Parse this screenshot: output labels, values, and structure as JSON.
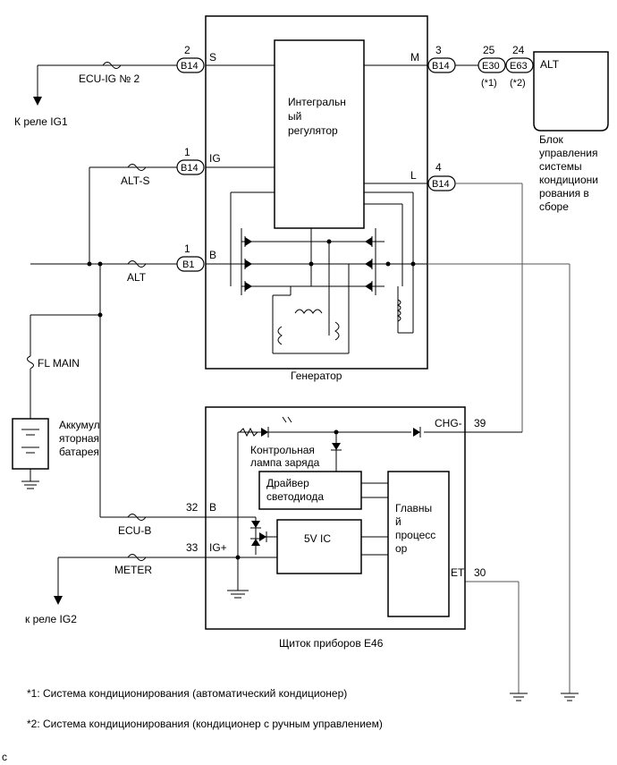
{
  "connectors": {
    "b14_s": {
      "pin": "2",
      "id": "B14"
    },
    "b14_ig": {
      "pin": "1",
      "id": "B14"
    },
    "b1_b": {
      "pin": "1",
      "id": "B1"
    },
    "b14_m": {
      "pin": "3",
      "id": "B14"
    },
    "b14_l": {
      "pin": "4",
      "id": "B14"
    },
    "e30": {
      "pin": "25",
      "id": "E30",
      "note": "(*1)"
    },
    "e63": {
      "pin": "24",
      "id": "E63",
      "note": "(*2)"
    }
  },
  "fuses": {
    "ecu_ig2": "ECU-IG № 2",
    "alt_s": "ALT-S",
    "alt": "ALT",
    "fl_main": "FL MAIN",
    "ecu_b": "ECU-B",
    "meter": "METER"
  },
  "relays": {
    "ig1": "К реле IG1",
    "ig2": "к реле IG2"
  },
  "generator": {
    "label": "Генератор",
    "regulator": [
      "Интегральн",
      "ый",
      "регулятор"
    ],
    "terminals": {
      "s": "S",
      "ig": "IG",
      "b": "B",
      "m": "M",
      "l": "L"
    }
  },
  "ac_unit": {
    "terminal": "ALT",
    "caption": [
      "Блок",
      "управления",
      "системы",
      "кондициони",
      "рования в",
      "сборе"
    ]
  },
  "battery": [
    "Аккумул",
    "яторная",
    "батарея"
  ],
  "meter_panel": {
    "label": "Щиток приборов E46",
    "lamp": [
      "Контрольная",
      "лампа заряда"
    ],
    "led_driver": [
      "Драйвер",
      "светодиода"
    ],
    "cpu": [
      "Главны",
      "й",
      "процесс",
      "ор"
    ],
    "ic": "5V IC",
    "pins": {
      "b": {
        "num": "32",
        "name": "B"
      },
      "igp": {
        "num": "33",
        "name": "IG+"
      },
      "chg": {
        "num": "39",
        "name": "CHG-"
      },
      "et": {
        "num": "30",
        "name": "ET"
      }
    }
  },
  "footnotes": [
    "*1: Система кондиционирования (автоматический кондиционер)",
    "*2: Система кондиционирования (кондиционер с ручным управлением)"
  ],
  "corner": "c"
}
